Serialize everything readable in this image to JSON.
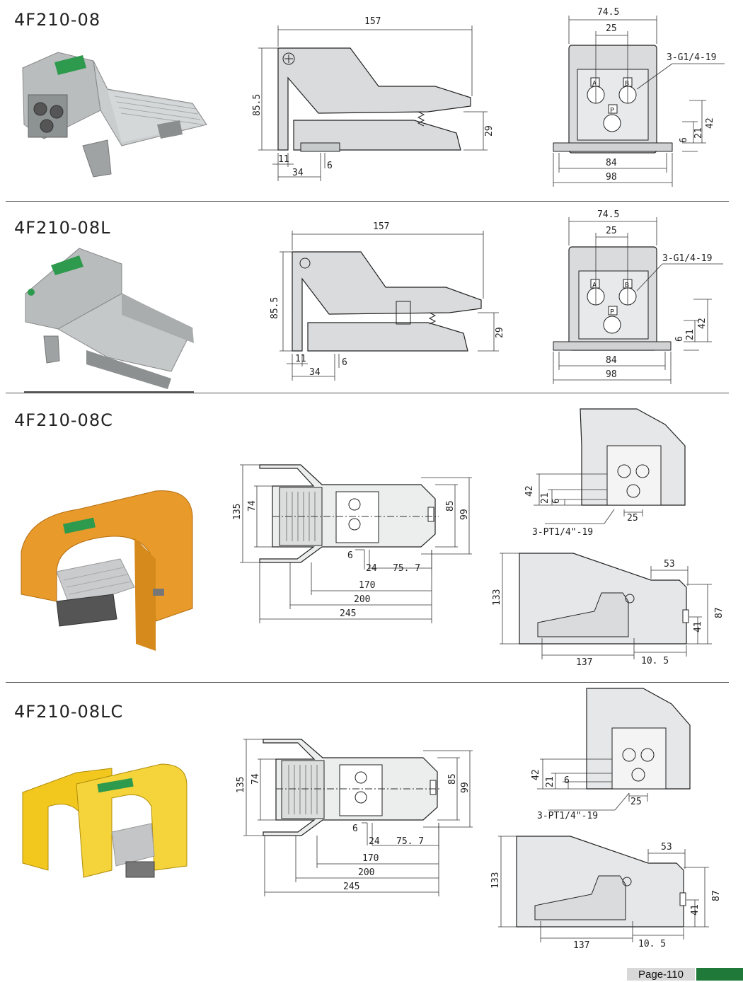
{
  "sections": [
    {
      "model": "4F210-08",
      "side_dims": [
        "157",
        "85.5",
        "29",
        "11",
        "34",
        "6"
      ],
      "front_dims": [
        "74.5",
        "25",
        "3-G1/4-19",
        "42",
        "21",
        "6",
        "84",
        "98"
      ],
      "port_labels": [
        "A",
        "B",
        "P"
      ]
    },
    {
      "model": "4F210-08L",
      "side_dims": [
        "157",
        "85.5",
        "29",
        "11",
        "34",
        "6"
      ],
      "front_dims": [
        "74.5",
        "25",
        "3-G1/4-19",
        "42",
        "21",
        "6",
        "84",
        "98"
      ],
      "port_labels": [
        "A",
        "B",
        "P"
      ]
    },
    {
      "model": "4F210-08C",
      "top_dims": [
        "135",
        "74",
        "85",
        "99",
        "6",
        "24",
        "75. 7",
        "170",
        "200",
        "245"
      ],
      "front_dims": [
        "42",
        "21",
        "6",
        "3-PT1/4\"-19",
        "25"
      ],
      "side_dims": [
        "133",
        "53",
        "87",
        "41",
        "137",
        "10. 5"
      ]
    },
    {
      "model": "4F210-08LC",
      "top_dims": [
        "135",
        "74",
        "85",
        "99",
        "6",
        "24",
        "75. 7",
        "170",
        "200",
        "245"
      ],
      "front_dims": [
        "42",
        "21",
        "6",
        "3-PT1/4\"-19",
        "25"
      ],
      "side_dims": [
        "133",
        "53",
        "87",
        "41",
        "137",
        "10. 5"
      ]
    }
  ],
  "footer": {
    "page_label": "Page-110"
  },
  "colors": {
    "accent_green": "#1f7a3a",
    "orange_cover": "#e89a2a",
    "yellow_cover": "#f2c81e",
    "valve_grey": "#a9aeb0"
  }
}
